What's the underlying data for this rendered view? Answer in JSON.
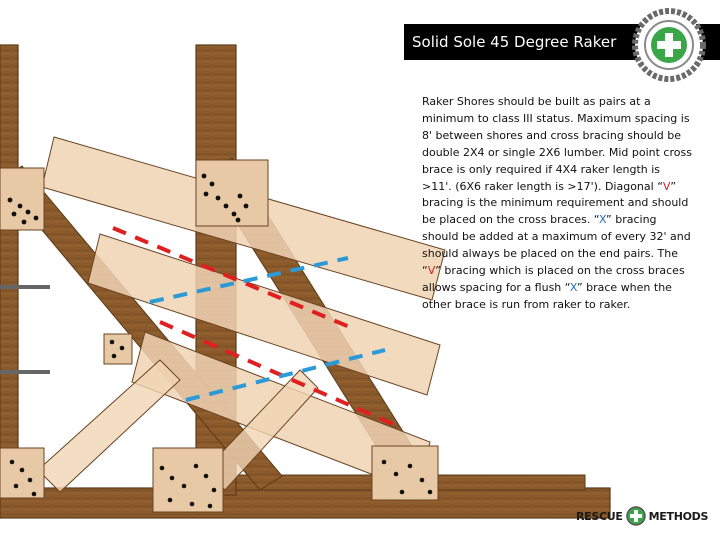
{
  "title": "Solid Sole 45 Degree Raker",
  "description_parts": [
    "Raker Shores should be built as pairs at a minimum to class III status. Maximum spacing is 8' between shores and cross bracing should be double 2X4 or single 2X6 lumber. Mid point cross brace is only required if 4X4 raker length is >11'. (6X6 raker length is >17'). Diagonal “",
    "V",
    "” bracing is the minimum requirement and should be placed on the cross braces. “",
    "X",
    "” bracing should be added at a maximum of every 32' and should always be placed on the end pairs. The “",
    "V",
    "” bracing which is placed on the cross braces allows spacing for a flush “",
    "X",
    "” brace when the other brace is run from raker to raker."
  ],
  "logo": {
    "left_word": "RESCUE",
    "right_word": "METHODS"
  },
  "icons": {
    "badge": "cross-badge-icon",
    "logo": "cross-logo-icon"
  },
  "colors": {
    "wood": "#8b5a2b",
    "wood_light": "#f0d4b4",
    "v_bracing": "#e02020",
    "x_bracing": "#2c9ad6",
    "badge_green": "#3aa648"
  }
}
